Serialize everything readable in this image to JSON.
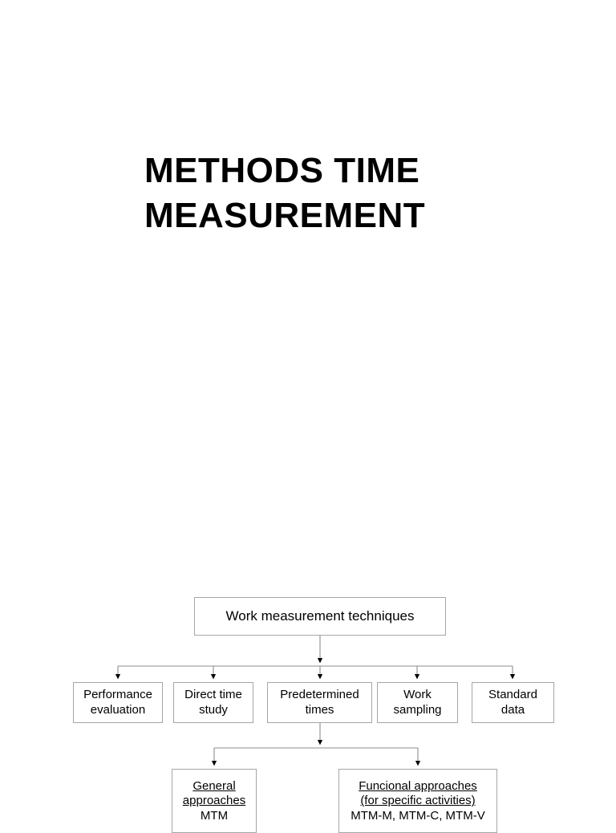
{
  "document": {
    "title_lines": [
      "METHODS TIME",
      "MEASUREMENT"
    ]
  },
  "diagram": {
    "type": "tree",
    "root": {
      "label": "Work measurement techniques"
    },
    "level2": [
      {
        "label_line1": "Performance",
        "label_line2": "evaluation"
      },
      {
        "label_line1": "Direct time",
        "label_line2": "study"
      },
      {
        "label_line1": "Predetermined",
        "label_line2": "times"
      },
      {
        "label_line1": "Work",
        "label_line2": "sampling"
      },
      {
        "label_line1": "Standard",
        "label_line2": "data"
      }
    ],
    "level3": [
      {
        "heading_line1": "General",
        "heading_line2": "approaches",
        "body_line1": "MTM"
      },
      {
        "heading_line1": "Funcional approaches",
        "heading_line2": "(for  specific activities)",
        "body_line1": "MTM-M, MTM-C, MTM-V"
      }
    ]
  },
  "colors": {
    "page_background": "#ffffff",
    "text": "#000000",
    "box_border": "#a6a6a6",
    "connector": "#808080",
    "arrowhead": "#000000"
  }
}
